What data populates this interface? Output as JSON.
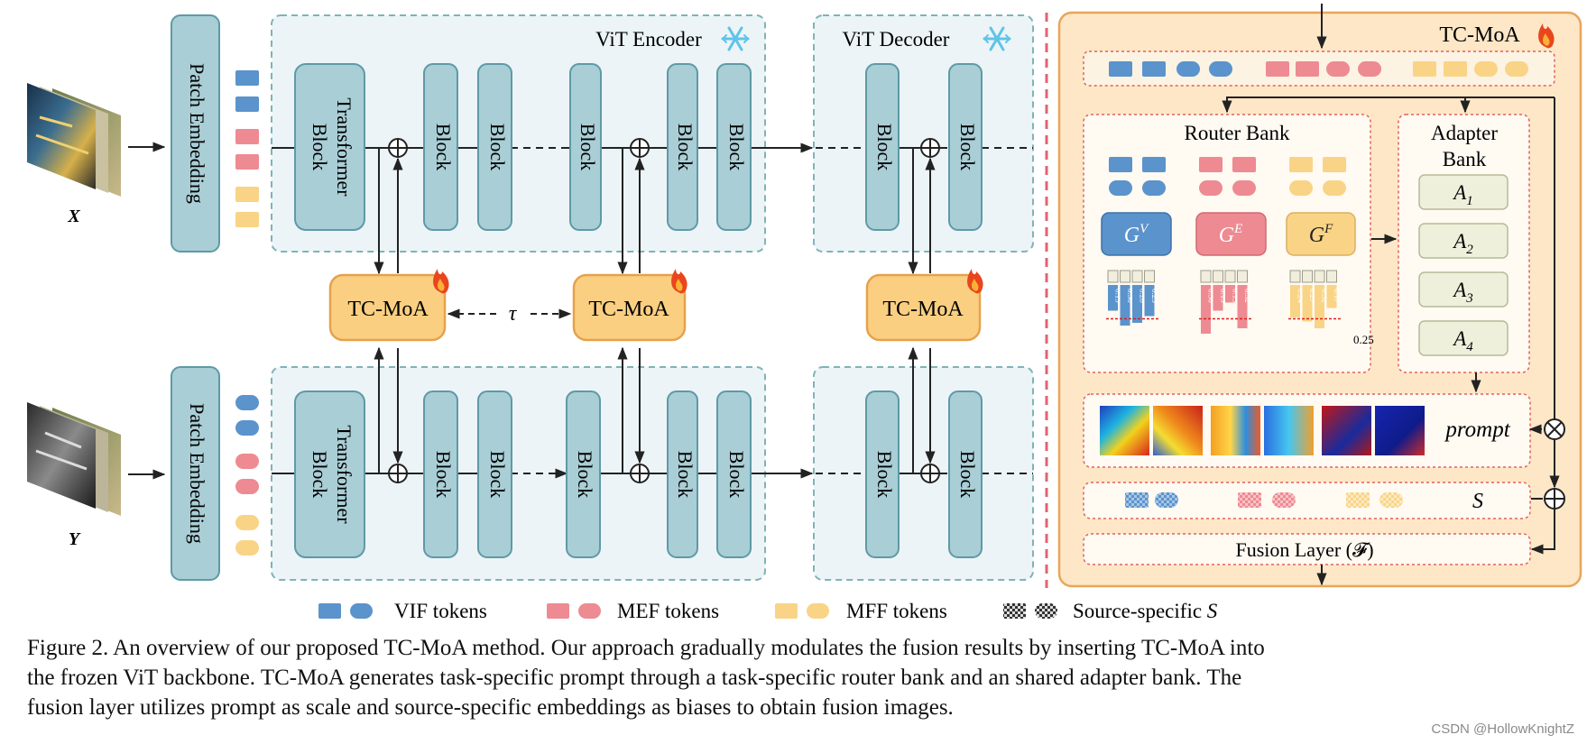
{
  "labels": {
    "input_x": "X",
    "input_y": "Y",
    "patch_embedding": "Patch Embedding",
    "vit_encoder": "ViT Encoder",
    "vit_decoder": "ViT Decoder",
    "transformer_block": [
      "Transformer",
      "Block"
    ],
    "block": "Block",
    "tc_moa": "TC-MoA",
    "tau": "τ",
    "dots": "· · ·"
  },
  "tc_moa_panel": {
    "title": "TC-MoA",
    "router_bank": "Router Bank",
    "adapter_bank": [
      "Adapter",
      "Bank"
    ],
    "gates": [
      {
        "base": "G",
        "sup": "V",
        "color": "#5b93cc",
        "text_color": "#ffffff"
      },
      {
        "base": "G",
        "sup": "E",
        "color": "#ee8a92",
        "text_color": "#ffffff"
      },
      {
        "base": "G",
        "sup": "F",
        "color": "#f9d486",
        "text_color": "#222222"
      }
    ],
    "router_weights": [
      {
        "values": [
          "0.19",
          "0.30",
          "0.28",
          "0.23"
        ],
        "color": "#5b93cc"
      },
      {
        "values": [
          "0.36",
          "0.19",
          "0.13",
          "0.32"
        ],
        "color": "#ee8a92"
      },
      {
        "values": [
          "0.24",
          "0.27",
          "0.32",
          "0.17"
        ],
        "color": "#f9d486"
      }
    ],
    "threshold": "0.25",
    "adapters": [
      {
        "base": "A",
        "sub": "1"
      },
      {
        "base": "A",
        "sub": "2"
      },
      {
        "base": "A",
        "sub": "3"
      },
      {
        "base": "A",
        "sub": "4"
      }
    ],
    "prompt": "prompt",
    "source_specific": "S",
    "fusion_layer": "Fusion Layer (𝓕)",
    "ops": {
      "multiply": "⊗",
      "add": "⊕"
    }
  },
  "legend": [
    {
      "label": "VIF tokens",
      "color": "#5b93cc"
    },
    {
      "label": "MEF tokens",
      "color": "#ee8a92"
    },
    {
      "label": "MFF tokens",
      "color": "#f9d486"
    },
    {
      "label": "Source-specific ",
      "label_italic": "S",
      "color": "#222222"
    }
  ],
  "caption": [
    "Figure 2. An overview of our proposed TC-MoA method. Our approach gradually modulates the fusion results by inserting TC-MoA into",
    "the frozen ViT backbone. TC-MoA generates task-specific prompt through a task-specific router bank and an shared adapter bank. The",
    "fusion layer utilizes prompt as scale and source-specific embeddings as biases to obtain fusion images."
  ],
  "watermark": "CSDN @HollowKnightZ",
  "colors": {
    "vif": "#5b93cc",
    "mef": "#ee8a92",
    "mff": "#f9d486",
    "block_fill": "#a9ced6",
    "block_stroke": "#5e9aa6",
    "vit_region": "#ecf4f7",
    "tcmoa_fill": "#fbcf82",
    "tcmoa_stroke": "#e6a24a",
    "panel_fill": "#fde7c6",
    "panel_stroke": "#e8a659",
    "separator": "#e0646f"
  }
}
